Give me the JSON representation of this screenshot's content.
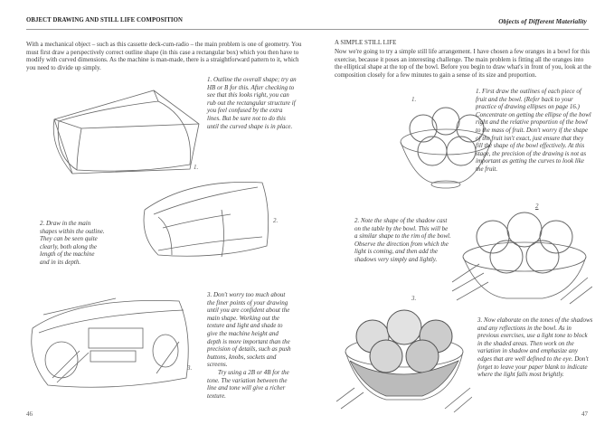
{
  "left_page": {
    "running_head": "OBJECT DRAWING AND STILL LIFE COMPOSITION",
    "intro": "With a mechanical object – such as this cassette deck-cum-radio – the main problem is one of geometry. You must first draw a perspectively correct outline shape (in this case a rectangular box) which you then have to modify with curved dimensions. As the machine is man-made, there is a straightforward pattern to it, which you need to divide up simply.",
    "captions": [
      {
        "label": "1.",
        "text": "1. Outline the overall shape; try an HB or B for this. After checking to see that this looks right, you can rub out the rectangular structure if you feel confused by the extra lines. But be sure not to do this until the curved shape is in place."
      },
      {
        "label": "2.",
        "text": "2. Draw in the main shapes within the outline. They can be seen quite clearly, both along the length of the machine and in its depth."
      },
      {
        "label": "3.",
        "text": "3. Don't worry too much about the finer points of your drawing until you are confident about the main shape. Working out the texture and light and shade to give the machine height and depth is more important than the precision of details, such as push buttons, knobs, sockets and screens.",
        "text2": "Try using a 2B or 4B for the tone. The variation between the line and tone will give a richer texture."
      }
    ],
    "page_number": "46"
  },
  "right_page": {
    "running_head": "Objects of Different Materiality",
    "section_title": "A SIMPLE STILL LIFE",
    "intro": "Now we're going to try a simple still life arrangement. I have chosen a few oranges in a bowl for this exercise, because it poses an interesting challenge. The main problem is fitting all the oranges into the elliptical shape at the top of the bowl. Before you begin to draw what's in front of you, look at the composition closely for a few minutes to gain a sense of its size and proportion.",
    "captions": [
      {
        "label": "1.",
        "text": "1. First draw the outlines of each piece of fruit and the bowl. (Refer back to your practice of drawing ellipses on page 16.) Concentrate on getting the ellipse of the bowl right and the relative proportion of the bowl to the mass of fruit. Don't worry if the shape of the fruit isn't exact, just ensure that they fill the shape of the bowl effectively. At this stage, the precision of the drawing is not as important as getting the curves to look like the fruit."
      },
      {
        "label": "2",
        "text": "2. Note the shape of the shadow cast on the table by the bowl. This will be a similar shape to the rim of the bowl. Observe the direction from which the light is coming, and then add the shadows very simply and lightly."
      },
      {
        "label": "3.",
        "text": "3. Now elaborate on the tones of the shadows and any reflections in the bowl. As in previous exercises, use a light tone to block in the shaded areas. Then work on the variation in shadow and emphasize any edges that are well defined to the eye. Don't forget to leave your paper blank to indicate where the light falls most brightly."
      }
    ],
    "page_number": "47"
  }
}
